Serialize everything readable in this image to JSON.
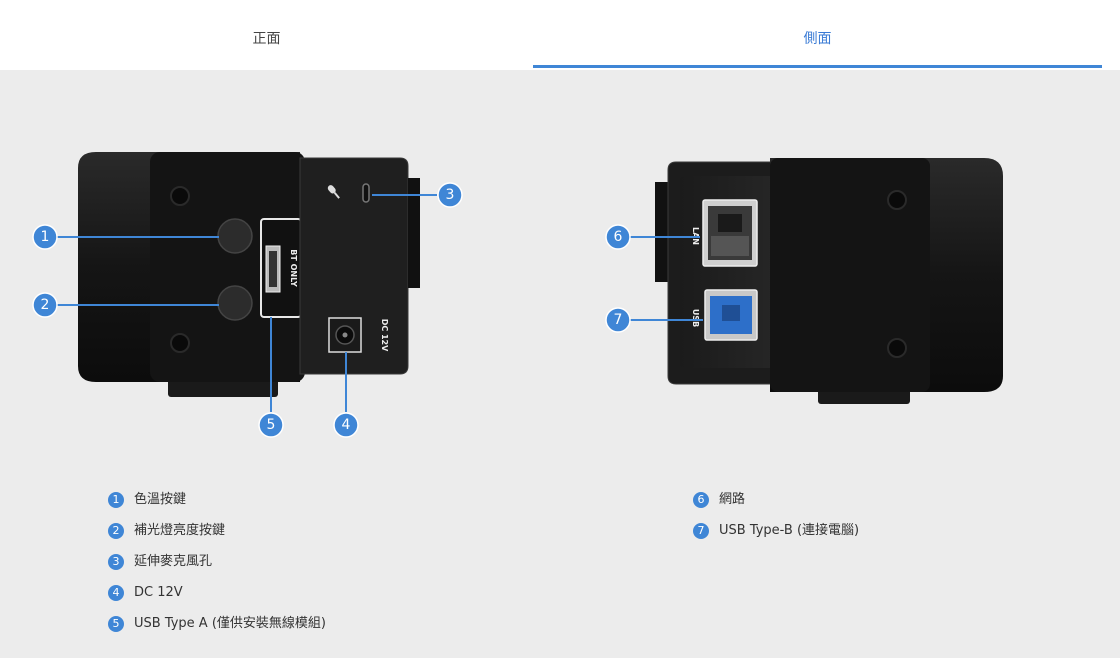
{
  "tabs": [
    {
      "label": "正面",
      "active": false
    },
    {
      "label": "側面",
      "active": true
    }
  ],
  "accent_color": "#3f86d6",
  "device_labels": {
    "bt_only": "BT ONLY",
    "dc": "DC 12V",
    "lan": "LAN",
    "usb": "USB"
  },
  "callouts": [
    "1",
    "2",
    "3",
    "4",
    "5",
    "6",
    "7"
  ],
  "legend_left": [
    {
      "num": "1",
      "text": "色溫按鍵"
    },
    {
      "num": "2",
      "text": "補光燈亮度按鍵"
    },
    {
      "num": "3",
      "text": "延伸麥克風孔"
    },
    {
      "num": "4",
      "text": "DC 12V"
    },
    {
      "num": "5",
      "text": "USB Type A (僅供安裝無線模組)"
    }
  ],
  "legend_right": [
    {
      "num": "6",
      "text": "網路"
    },
    {
      "num": "7",
      "text": "USB Type-B (連接電腦)"
    }
  ]
}
